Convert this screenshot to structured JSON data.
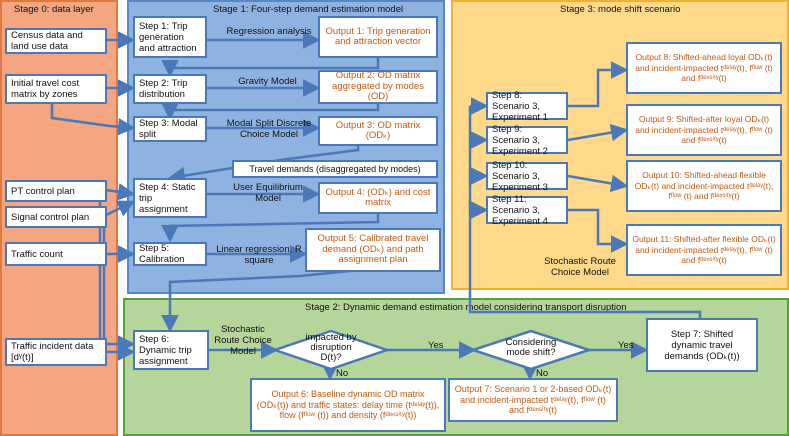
{
  "stage0": {
    "title": "Stage 0: data layer",
    "census": "Census data and land use data",
    "initial_cost": "Initial travel cost matrix by zones",
    "pt_control": "PT control plan",
    "signal_control": "Signal control plan",
    "traffic_count": "Traffic count",
    "incident": "Traffic incident data [dᵞ(t)]"
  },
  "stage1": {
    "title": "Stage 1: Four-step demand estimation model",
    "step1": "Step 1: Trip generation and attraction",
    "step2": "Step 2: Trip distribution",
    "step3": "Step 3: Modal split",
    "step4": "Step 4: Static trip assignment",
    "step5": "Step 5: Calibration",
    "lbl_regression": "Regression analysis",
    "lbl_gravity": "Gravity Model",
    "lbl_modal": "Modal Split Discrete Choice Model",
    "lbl_ue": "User Equilibrium Model",
    "lbl_linreg": "Linear regression, R square",
    "travel_demands": "Travel demands (disaggregated by modes)",
    "out1": "Output 1: Trip generation and attraction vector",
    "out2": "Output 2: OD matrix aggregated by modes (OD)",
    "out3": "Output 3: OD matrix (ODₖ)",
    "out4": "Output 4: (ODₖ) and cost matrix",
    "out5": "Output 5: Calibrated travel demand (ODₖ) and path assignment plan"
  },
  "stage3": {
    "title": "Stage 3: mode shift scenario",
    "step8": "Step 8: Scenario 3, Experiment 1",
    "step9": "Step 9: Scenario 3, Experiment 2",
    "step10": "Step 10: Scenario 3, Experiment 3",
    "step11": "Step 11: Scenario 3, Experiment 4",
    "out8": "Output 8: Shifted-ahead loyal ODₖ(t) and incident-impacted tᵈᵉˡᵃʸ(t), fᶠˡᵒʷ (t) and fᵈᵉⁿˢⁱᵗʸ(t)",
    "out9": "Output 9: Shifted-after loyal ODₖ(t) and incident-impacted tᵈᵉˡᵃʸ(t), fᶠˡᵒʷ (t) and fᵈᵉⁿˢⁱᵗʸ(t)",
    "out10": "Output 10: Shifted-ahead flexible ODₖ(t) and incident-impacted tᵈᵉˡᵃʸ(t), fᶠˡᵒʷ (t) and fᵈᵉⁿˢⁱᵗʸ(t)",
    "out11": "Output 11: Shifted-after flexible ODₖ(t) and incident-impacted tᵈᵉˡᵃʸ(t), fᶠˡᵒʷ (t) and fᵈᵉⁿˢⁱᵗʸ(t)",
    "lbl_src": "Stochastic Route Choice Model"
  },
  "stage2": {
    "title": "Stage 2: Dynamic demand estimation model considering transport disruption",
    "step6": "Step 6: Dynamic trip assignment",
    "lbl_src": "Stochastic Route Choice Model",
    "decision1": "impacted by disruption D(t)?",
    "decision2": "Considering mode shift?",
    "yes1": "Yes",
    "no1": "No",
    "yes2": "Yes",
    "no2": "No",
    "step7": "Step 7: Shifted dynamic travel demands (ODₖ(t))",
    "out6": "Output 6: Baseline dynamic OD matrix (ODₖ(t)) and traffic states: delay time (tᵈᵉˡᵃʸ(t)), flow (fᶠˡᵒʷ (t)) and density (fᵈᵉⁿˢⁱᵗʸ(t))",
    "out7": "Output 7: Scenario 1 or 2-based ODₖ(t) and incident-impacted tᵈᵉˡᵃʸ(t), fᶠˡᵒʷ (t) and fᵈᵉⁿˢⁱᵗʸ(t)"
  },
  "colors": {
    "stage0": "#f4a582",
    "stage1": "#8fb3e0",
    "stage2": "#b5d59a",
    "stage3": "#ffd98a",
    "arrow": "#4a78b8",
    "output_text": "#c55a11"
  }
}
